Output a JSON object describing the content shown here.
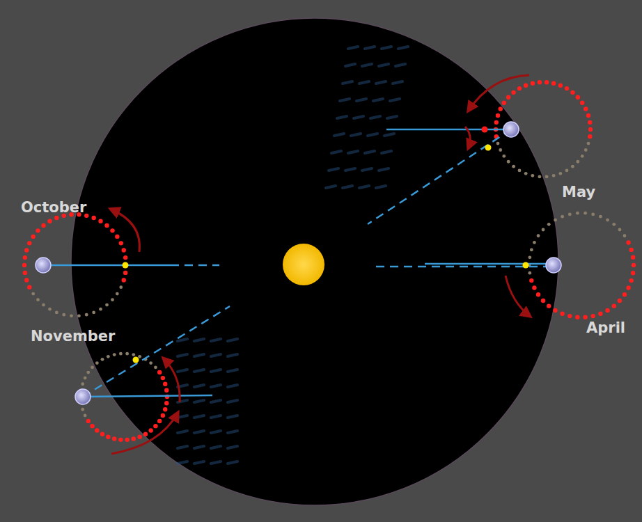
{
  "diagram": {
    "labels": [
      "October",
      "May",
      "November",
      "April"
    ]
  }
}
